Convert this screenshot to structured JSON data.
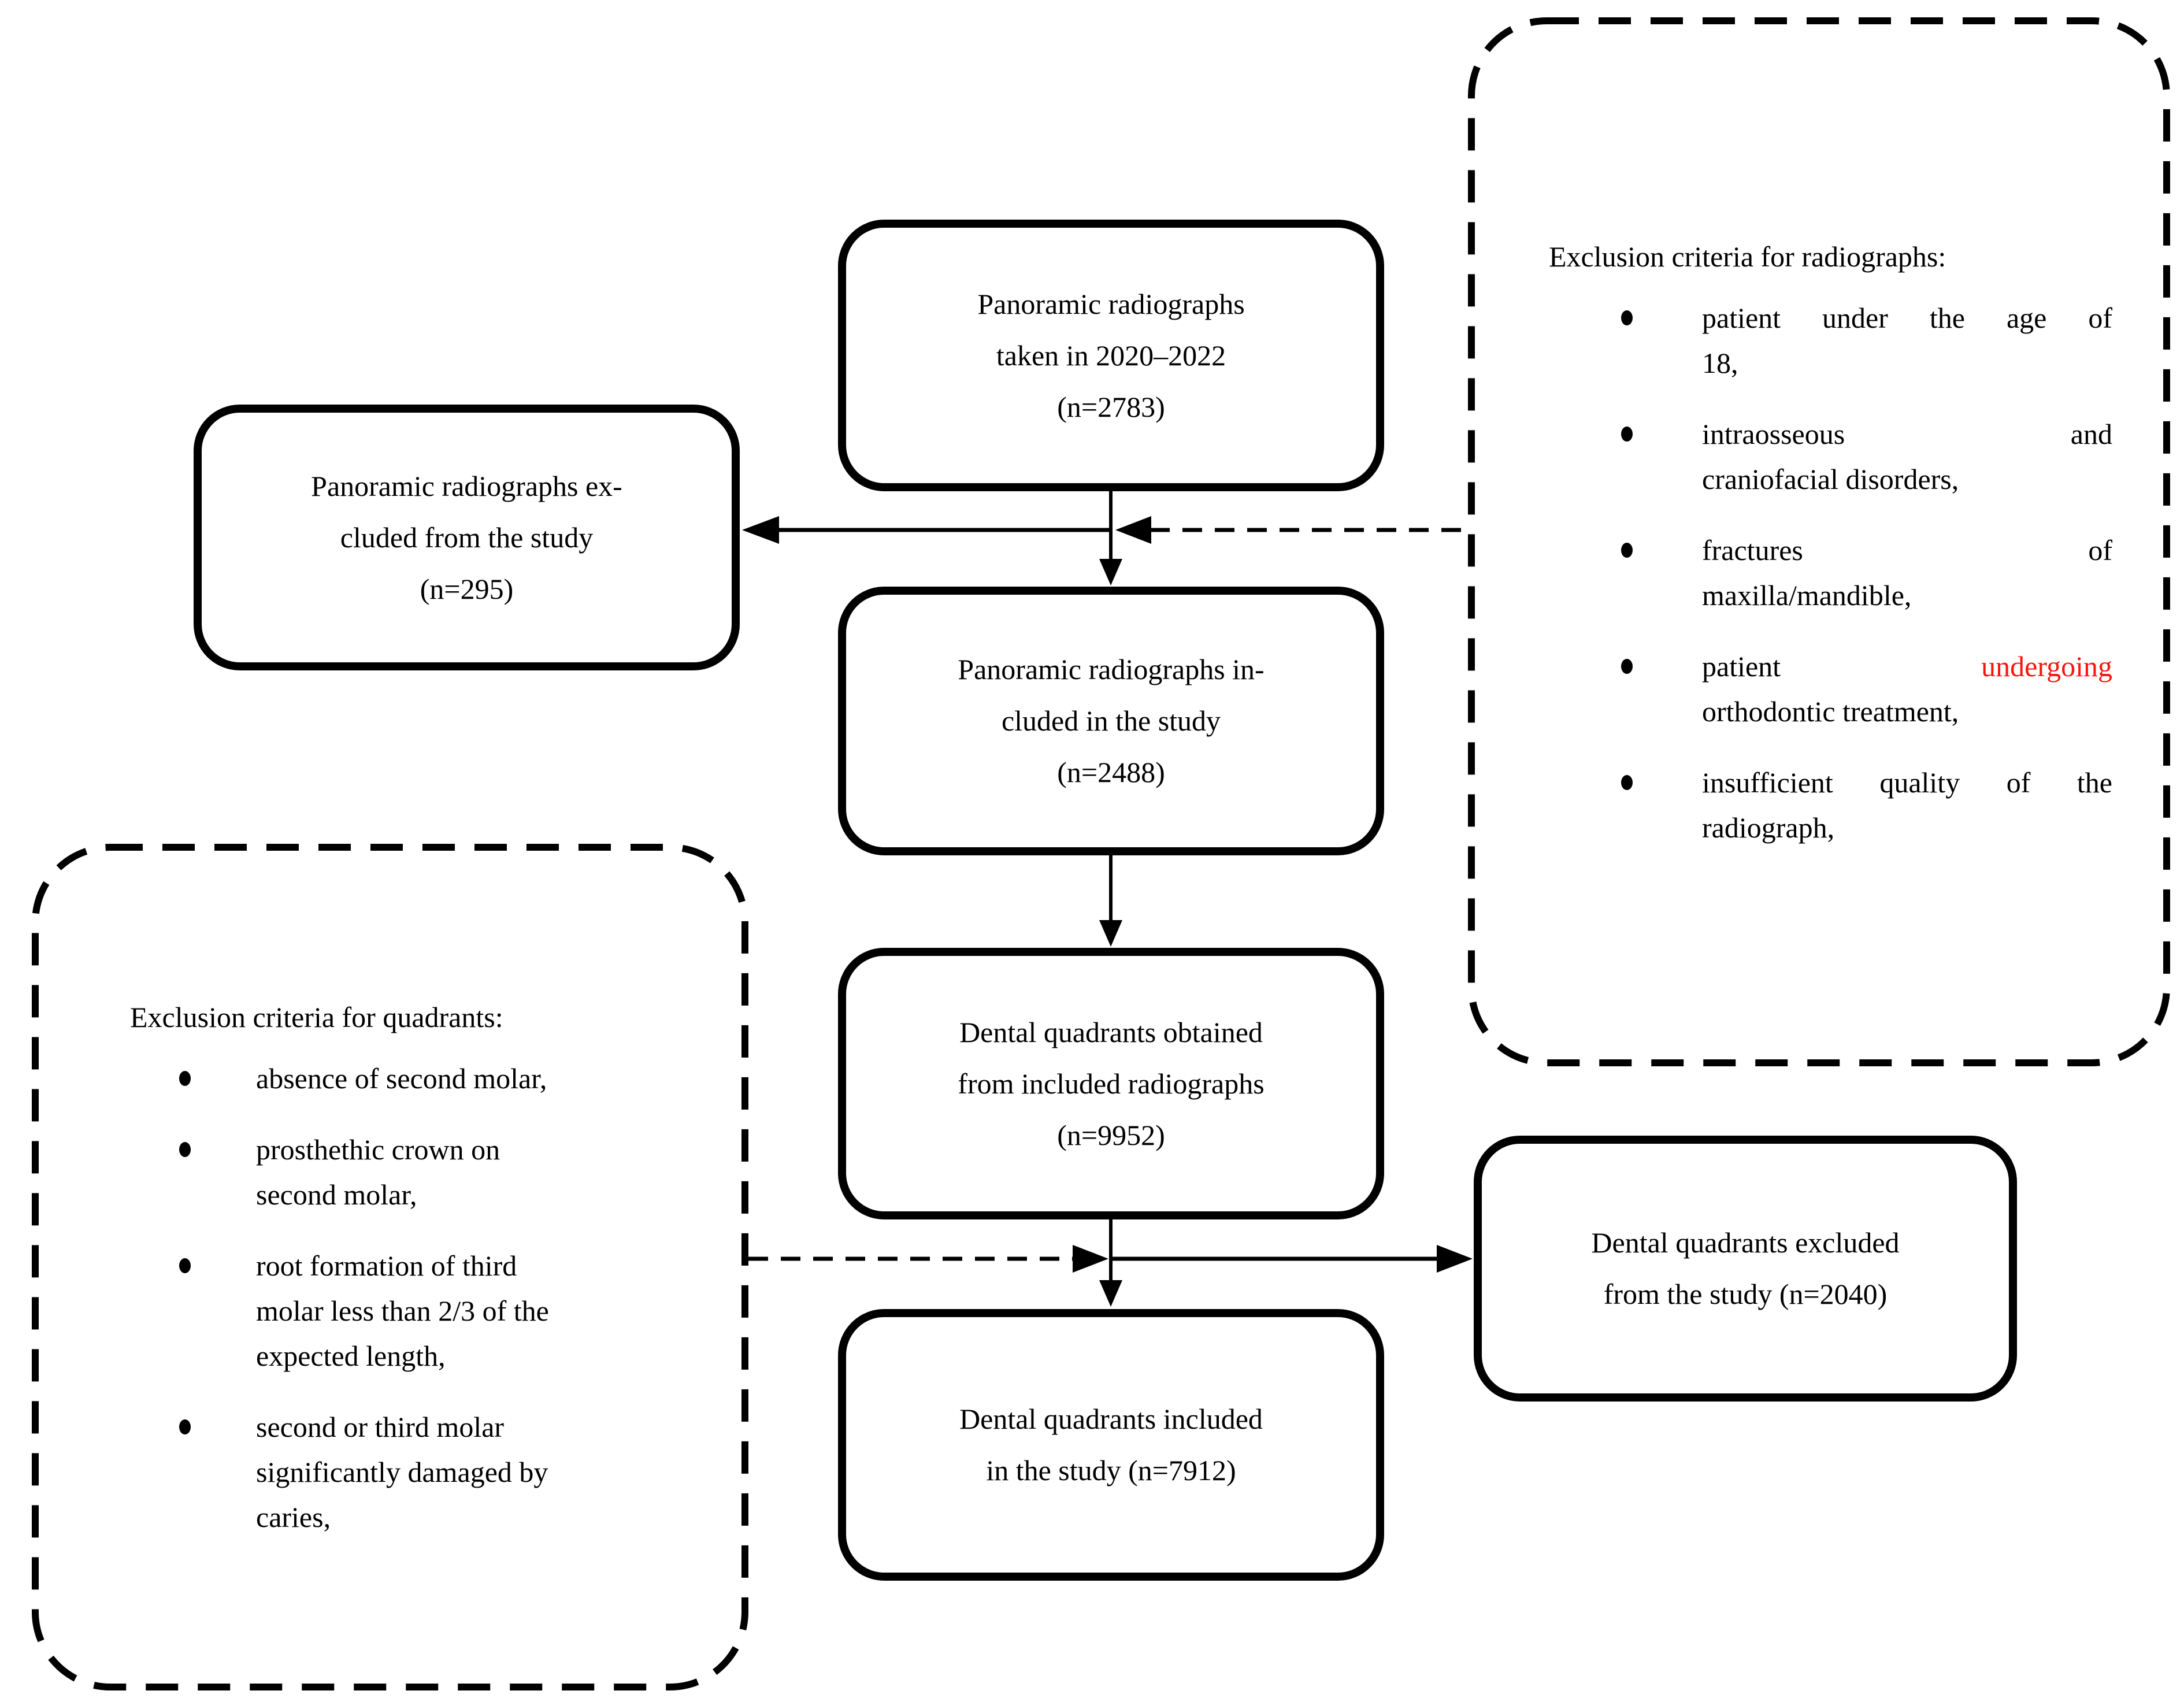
{
  "boxes": {
    "radiographs_taken": {
      "line1": "Panoramic radiographs",
      "line2": "taken in 2020–2022",
      "line3": "(n=2783)"
    },
    "radiographs_excluded": {
      "line1": "Panoramic radiographs ex-",
      "line2": "cluded from the study",
      "line3": "(n=295)"
    },
    "radiographs_included": {
      "line1": "Panoramic radiographs in-",
      "line2": "cluded in the study",
      "line3": "(n=2488)"
    },
    "quadrants_obtained": {
      "line1": "Dental quadrants obtained",
      "line2": "from included radiographs",
      "line3": "(n=9952)"
    },
    "quadrants_included": {
      "line1": "Dental quadrants included",
      "line2": "in the study (n=7912)"
    },
    "quadrants_excluded": {
      "line1": "Dental quadrants excluded",
      "line2": "from the study (n=2040)"
    }
  },
  "radiograph_criteria": {
    "title": "Exclusion criteria for radiographs:",
    "bullet1": {
      "line1": "patient under the age of",
      "line2": "18,"
    },
    "bullet2": {
      "line1": "intraosseous and",
      "line2": "craniofacial disorders,"
    },
    "bullet3": {
      "line1": "fractures of",
      "line2": "maxilla/mandible,"
    },
    "bullet4": {
      "word1": "patient",
      "word2": "undergoing",
      "line2": "orthodontic treatment,"
    },
    "bullet5": {
      "line1": "insufficient quality of the",
      "line2": "radiograph,"
    }
  },
  "quadrant_criteria": {
    "title": "Exclusion criteria for quadrants:",
    "bullet1": {
      "line1": "absence of second molar,"
    },
    "bullet2": {
      "line1": "prosthethic crown on",
      "line2": "second molar,"
    },
    "bullet3": {
      "line1": "root formation of third",
      "line2": "molar less than 2/3 of the",
      "line3": "expected length,"
    },
    "bullet4": {
      "line1": "second or third molar",
      "line2": "significantly damaged by",
      "line3": "caries,"
    }
  },
  "colors": {
    "highlight_red": "#fb1410",
    "line_black": "#000000",
    "background": "#ffffff"
  }
}
